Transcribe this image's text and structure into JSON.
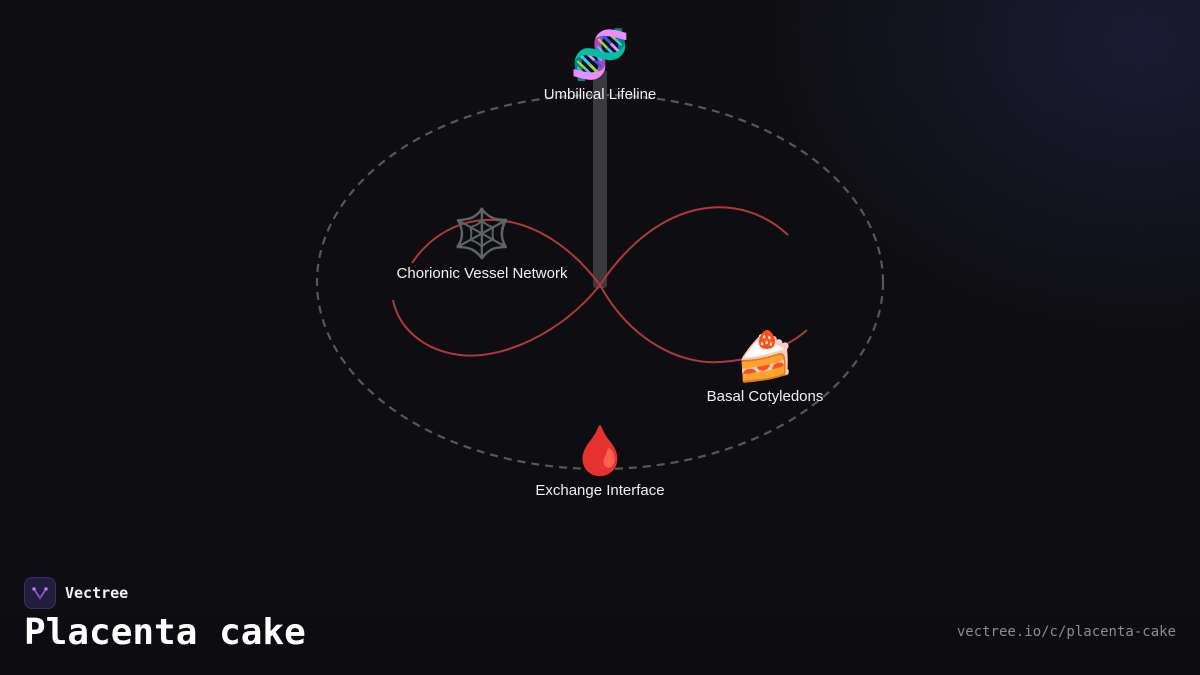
{
  "diagram": {
    "nodes": [
      {
        "id": "umbilical",
        "icon": "dna-icon",
        "glyph": "🧬",
        "label": "Umbilical Lifeline"
      },
      {
        "id": "chorionic",
        "icon": "spider-web-icon",
        "glyph": "🕸️",
        "label": "Chorionic Vessel Network"
      },
      {
        "id": "basal",
        "icon": "cake-slice-icon",
        "glyph": "🍰",
        "label": "Basal Cotyledons"
      },
      {
        "id": "exchange",
        "icon": "blood-drop-icon",
        "glyph": "🩸",
        "label": "Exchange Interface"
      }
    ],
    "colors": {
      "ellipse": "#56565c",
      "curve": "#b0383c",
      "cord": "#3a3a3e"
    }
  },
  "brand": {
    "name": "Vectree",
    "logo_icon": "vectree-logo-icon",
    "accent": "#9b59d6"
  },
  "title": "Placenta cake",
  "url": "vectree.io/c/placenta-cake"
}
